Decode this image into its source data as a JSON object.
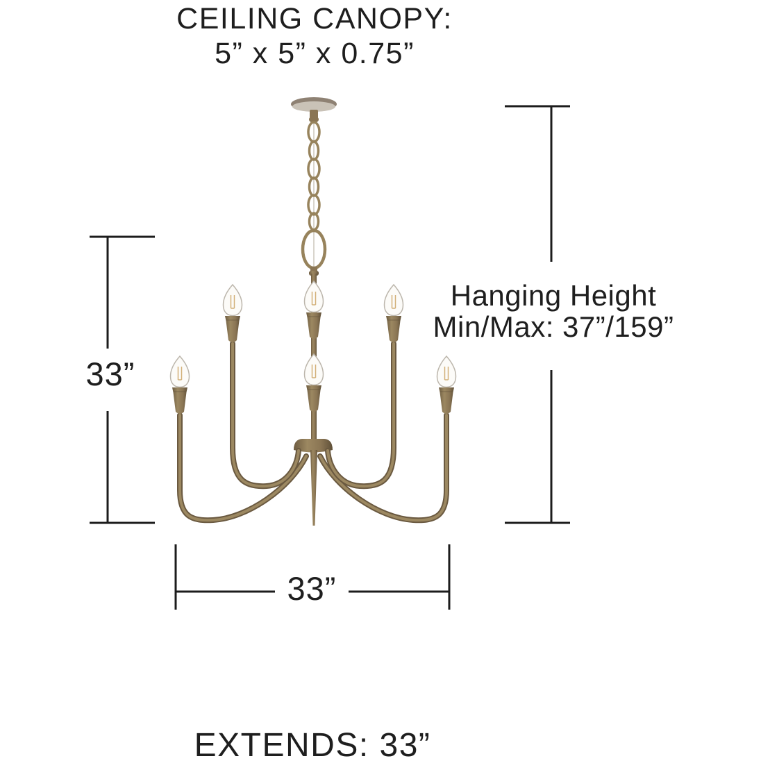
{
  "page": {
    "type": "product-dimension-diagram",
    "background": "#ffffff"
  },
  "illustration": {
    "subject": "two-tier candle chandelier",
    "bulb_count": 6
  },
  "annotations": {
    "ceiling_canopy_line1": "CEILING CANOPY:",
    "ceiling_canopy_line2": "5” x 5” x 0.75”",
    "hanging_height_line1": "Hanging Height",
    "hanging_height_line2": "Min/Max: 37”/159”",
    "fixture_height": "33”",
    "fixture_width": "33”",
    "extends": "EXTENDS: 33”"
  },
  "colors": {
    "line": "#1c1c1c",
    "text": "#1e1e1e",
    "bg": "#ffffff",
    "brass": "#84704f",
    "brass_dark": "#6a5940",
    "brass_light": "#9c8861",
    "canopy": "#8e8173",
    "canopy_light": "#c9c2b7",
    "bulb_glass": "#fcfbf8",
    "bulb_outline": "#bcb6ac",
    "filament": "#d2b078",
    "wire": "#d9d5cd"
  }
}
